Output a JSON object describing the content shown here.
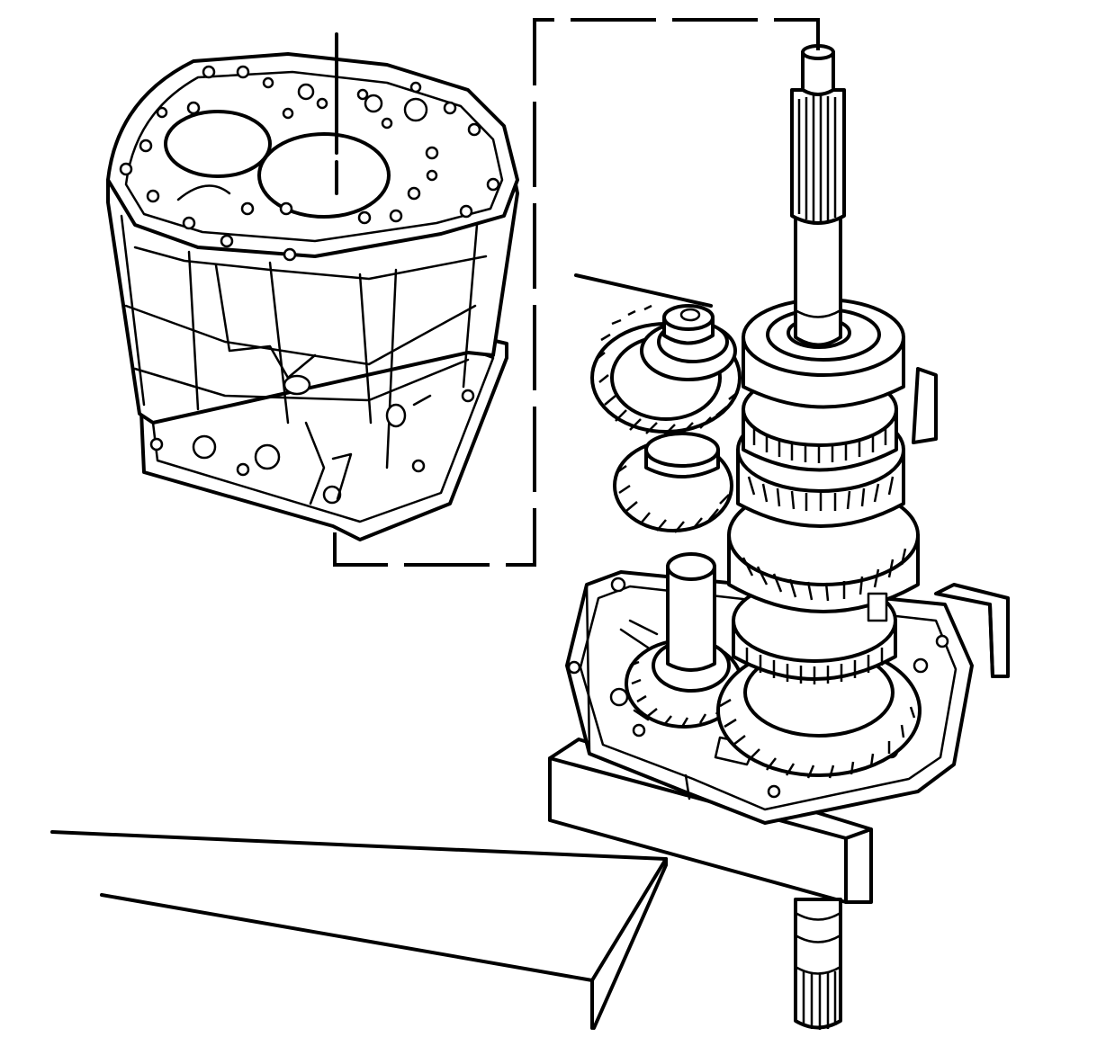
{
  "diagram": {
    "subject": "transmission-case-removal-from-gear-cluster",
    "components": [
      {
        "id": "transmission-case",
        "icon": "transmission-case-icon"
      },
      {
        "id": "gear-cluster",
        "icon": "gear-cluster-icon"
      },
      {
        "id": "holding-fixture",
        "icon": "holding-fixture-icon"
      },
      {
        "id": "workbench",
        "icon": "workbench-icon"
      }
    ],
    "colors": {
      "line": "#000000",
      "background": "#ffffff"
    }
  }
}
